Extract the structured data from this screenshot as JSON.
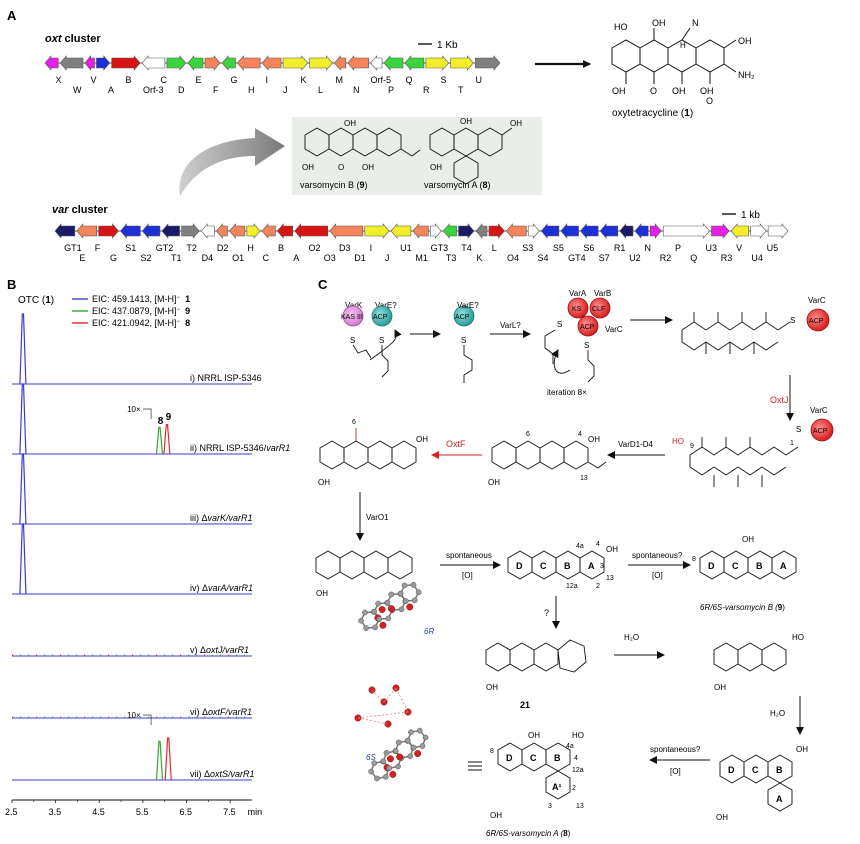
{
  "panels": {
    "A": "A",
    "B": "B",
    "C": "C"
  },
  "colors": {
    "magenta": "#e61fe6",
    "grey": "#808080",
    "blue": "#1d2fd6",
    "red": "#d61414",
    "white": "#ffffff",
    "green": "#3cd43c",
    "orange": "#f4845a",
    "yellow": "#f2ef2a",
    "navy": "#1a1a66",
    "chromBlue": "#3b3bd6",
    "chromGreen": "#2faa2f",
    "chromRed": "#e22b2b",
    "panelBg": "#eaeee8",
    "oxtRed": "#d62020"
  },
  "oxt": {
    "title": "oxt",
    "title_suffix": " cluster",
    "scale": "1 Kb",
    "genes": [
      {
        "dir": "L",
        "c": "magenta",
        "w": 14
      },
      {
        "dir": "L",
        "c": "grey",
        "w": 24
      },
      {
        "dir": "L",
        "c": "magenta",
        "w": 10
      },
      {
        "dir": "R",
        "c": "blue",
        "w": 14
      },
      {
        "dir": "R",
        "c": "red",
        "w": 30
      },
      {
        "dir": "L",
        "c": "white",
        "w": 24
      },
      {
        "dir": "R",
        "c": "green",
        "w": 20
      },
      {
        "dir": "L",
        "c": "green",
        "w": 16
      },
      {
        "dir": "R",
        "c": "orange",
        "w": 16
      },
      {
        "dir": "L",
        "c": "green",
        "w": 14
      },
      {
        "dir": "L",
        "c": "orange",
        "w": 24
      },
      {
        "dir": "L",
        "c": "orange",
        "w": 20
      },
      {
        "dir": "R",
        "c": "yellow",
        "w": 26
      },
      {
        "dir": "R",
        "c": "yellow",
        "w": 24
      },
      {
        "dir": "L",
        "c": "orange",
        "w": 12
      },
      {
        "dir": "L",
        "c": "orange",
        "w": 22
      },
      {
        "dir": "L",
        "c": "white",
        "w": 12
      },
      {
        "dir": "L",
        "c": "green",
        "w": 20
      },
      {
        "dir": "L",
        "c": "green",
        "w": 20
      },
      {
        "dir": "R",
        "c": "yellow",
        "w": 24
      },
      {
        "dir": "R",
        "c": "yellow",
        "w": 24
      },
      {
        "dir": "R",
        "c": "grey",
        "w": 26
      }
    ],
    "labels_top": [
      "X",
      "V",
      "B",
      "C",
      "E",
      "G",
      "I",
      "K",
      "M",
      "Orf-5",
      "Q",
      "S",
      "U"
    ],
    "labels_bottom": [
      "W",
      "A",
      "Orf-3",
      "D",
      "F",
      "H",
      "J",
      "L",
      "N",
      "P",
      "R",
      "T"
    ]
  },
  "var": {
    "title": "var",
    "title_suffix": " cluster",
    "scale": "1 kb",
    "genes": [
      {
        "dir": "L",
        "c": "navy",
        "w": 18
      },
      {
        "dir": "L",
        "c": "orange",
        "w": 18
      },
      {
        "dir": "R",
        "c": "red",
        "w": 18
      },
      {
        "dir": "L",
        "c": "blue",
        "w": 18
      },
      {
        "dir": "L",
        "c": "blue",
        "w": 16
      },
      {
        "dir": "L",
        "c": "navy",
        "w": 16
      },
      {
        "dir": "R",
        "c": "grey",
        "w": 16
      },
      {
        "dir": "L",
        "c": "white",
        "w": 12
      },
      {
        "dir": "L",
        "c": "orange",
        "w": 10
      },
      {
        "dir": "L",
        "c": "orange",
        "w": 14
      },
      {
        "dir": "R",
        "c": "yellow",
        "w": 12
      },
      {
        "dir": "L",
        "c": "orange",
        "w": 12
      },
      {
        "dir": "L",
        "c": "red",
        "w": 14
      },
      {
        "dir": "L",
        "c": "red",
        "w": 30
      },
      {
        "dir": "L",
        "c": "orange",
        "w": 30
      },
      {
        "dir": "R",
        "c": "yellow",
        "w": 22
      },
      {
        "dir": "L",
        "c": "yellow",
        "w": 18
      },
      {
        "dir": "L",
        "c": "orange",
        "w": 14
      },
      {
        "dir": "R",
        "c": "white",
        "w": 10
      },
      {
        "dir": "L",
        "c": "green",
        "w": 12
      },
      {
        "dir": "R",
        "c": "navy",
        "w": 14
      },
      {
        "dir": "L",
        "c": "grey",
        "w": 10
      },
      {
        "dir": "R",
        "c": "red",
        "w": 14
      },
      {
        "dir": "L",
        "c": "orange",
        "w": 18
      },
      {
        "dir": "R",
        "c": "white",
        "w": 10
      },
      {
        "dir": "L",
        "c": "blue",
        "w": 16
      },
      {
        "dir": "L",
        "c": "blue",
        "w": 16
      },
      {
        "dir": "L",
        "c": "blue",
        "w": 16
      },
      {
        "dir": "L",
        "c": "blue",
        "w": 16
      },
      {
        "dir": "L",
        "c": "navy",
        "w": 12
      },
      {
        "dir": "L",
        "c": "blue",
        "w": 12
      },
      {
        "dir": "R",
        "c": "magenta",
        "w": 10
      },
      {
        "dir": "R",
        "c": "white",
        "w": 42
      },
      {
        "dir": "R",
        "c": "magenta",
        "w": 16
      },
      {
        "dir": "L",
        "c": "yellow",
        "w": 16
      },
      {
        "dir": "R",
        "c": "white",
        "w": 14
      },
      {
        "dir": "R",
        "c": "white",
        "w": 18
      }
    ],
    "labels_top": [
      "GT1",
      "F",
      "S1",
      "GT2",
      "T2",
      "D2",
      "H",
      "B",
      "O2",
      "D3",
      "I",
      "U1",
      "GT3",
      "T4",
      "L",
      "S3",
      "S5",
      "S6",
      "R1",
      "N",
      "P",
      "U3",
      "V",
      "U5"
    ],
    "labels_bottom": [
      "E",
      "G",
      "S2",
      "T1",
      "D4",
      "O1",
      "C",
      "A",
      "O3",
      "D1",
      "J",
      "M1",
      "T3",
      "K",
      "O4",
      "S4",
      "GT4",
      "S7",
      "U2",
      "R2",
      "Q",
      "R3",
      "U4"
    ]
  },
  "structures": {
    "otc": "oxytetracycline (",
    "otc_num": "1",
    "vb": "varsomycin B (",
    "vb_num": "9",
    "va": "varsomycin A (",
    "va_num": "8",
    "close": ")"
  },
  "chart_data": {
    "type": "line",
    "title": "",
    "xlabel": "min",
    "xlim": [
      2.5,
      8.0
    ],
    "xticks": [
      "2.5",
      "3.5",
      "4.5",
      "5.5",
      "6.5",
      "7.5"
    ],
    "otc_label": "OTC (",
    "otc_num": "1",
    "legend": [
      {
        "name": "EIC: 459.1413, [M-H]",
        "sup": "−",
        "num": "1",
        "color": "chromBlue"
      },
      {
        "name": "EIC: 437.0879, [M-H]",
        "sup": "−",
        "num": "9",
        "color": "chromGreen"
      },
      {
        "name": "EIC: 421.0942, [M-H]",
        "sup": "−",
        "num": "8",
        "color": "chromRed"
      }
    ],
    "traces": [
      {
        "label": "i) ",
        "strain": "NRRL ISP-5346",
        "strain_italic": "",
        "peaks": [
          {
            "x": 2.75,
            "h": 1.0,
            "series": 0
          }
        ]
      },
      {
        "label": "ii) ",
        "strain": "NRRL ISP-5346/",
        "strain_italic": "varR1",
        "peaks": [
          {
            "x": 2.75,
            "h": 1.0,
            "series": 0
          },
          {
            "x": 5.88,
            "h": 0.38,
            "series": 1
          },
          {
            "x": 6.05,
            "h": 0.42,
            "series": 2
          }
        ],
        "zoom": "10×",
        "peak_labels": [
          "8",
          "9"
        ]
      },
      {
        "label": "iii) ",
        "strain": "Δ",
        "strain_italic": "varK/varR1",
        "peaks": [
          {
            "x": 2.75,
            "h": 1.0,
            "series": 0
          }
        ]
      },
      {
        "label": "iv) ",
        "strain": "Δ",
        "strain_italic": "varA/varR1",
        "peaks": [
          {
            "x": 2.75,
            "h": 1.0,
            "series": 0
          }
        ]
      },
      {
        "label": "v) ",
        "strain": "Δ",
        "strain_italic": "oxtJ/varR1",
        "peaks": []
      },
      {
        "label": "vi) ",
        "strain": "Δ",
        "strain_italic": "oxtF/varR1",
        "peaks": []
      },
      {
        "label": "vii) ",
        "strain": "Δ",
        "strain_italic": "oxtS/varR1",
        "peaks": [
          {
            "x": 5.88,
            "h": 0.55,
            "series": 1
          },
          {
            "x": 6.08,
            "h": 0.6,
            "series": 2
          }
        ],
        "zoom": "10×"
      }
    ]
  },
  "pathway": {
    "enz": {
      "varK": "VarK",
      "kas": "KAS III",
      "varE": "VarE?",
      "acp": "ACP",
      "varL": "VarL?",
      "varA": "VarA",
      "varB": "VarB",
      "ks": "KS",
      "clf": "CLF",
      "varC": "VarC",
      "iteration": "iteration 8×",
      "oxtJ": "OxtJ",
      "oxtF": "OxtF",
      "varD": "VarD1-D4",
      "varO1": "VarO1",
      "spont": "spontaneous",
      "spontq": "spontaneous?",
      "ox": "[O]",
      "q": "?",
      "h2o": "H₂O",
      "s": "S"
    },
    "rings": {
      "A": "A",
      "B": "B",
      "C": "C",
      "D": "D"
    },
    "labels": {
      "vb_name": "6R/6S-varsomycin B (",
      "vb_num": "9",
      "va_name": "6R/6S-varsomycin A (",
      "va_num": "8",
      "c21": "21",
      "r6r": "6R",
      "r6s": "6S"
    },
    "nums": {
      "n1": "1",
      "n4": "4",
      "n6": "6",
      "n9": "9",
      "n13": "13",
      "n4a": "4a",
      "n12a": "12a",
      "n2": "2",
      "n3": "3",
      "n8": "8",
      "n12a2": "12a",
      "n4b": "4",
      "n2b": "2",
      "n3b": "3",
      "n13b": "13",
      "n8b": "8",
      "n4a2": "4a"
    },
    "atoms": {
      "O": "O",
      "OH": "OH",
      "HO": "HO",
      "NH2": "NH₂",
      "H": "H",
      "N": "N",
      "A1": "A¹"
    }
  }
}
